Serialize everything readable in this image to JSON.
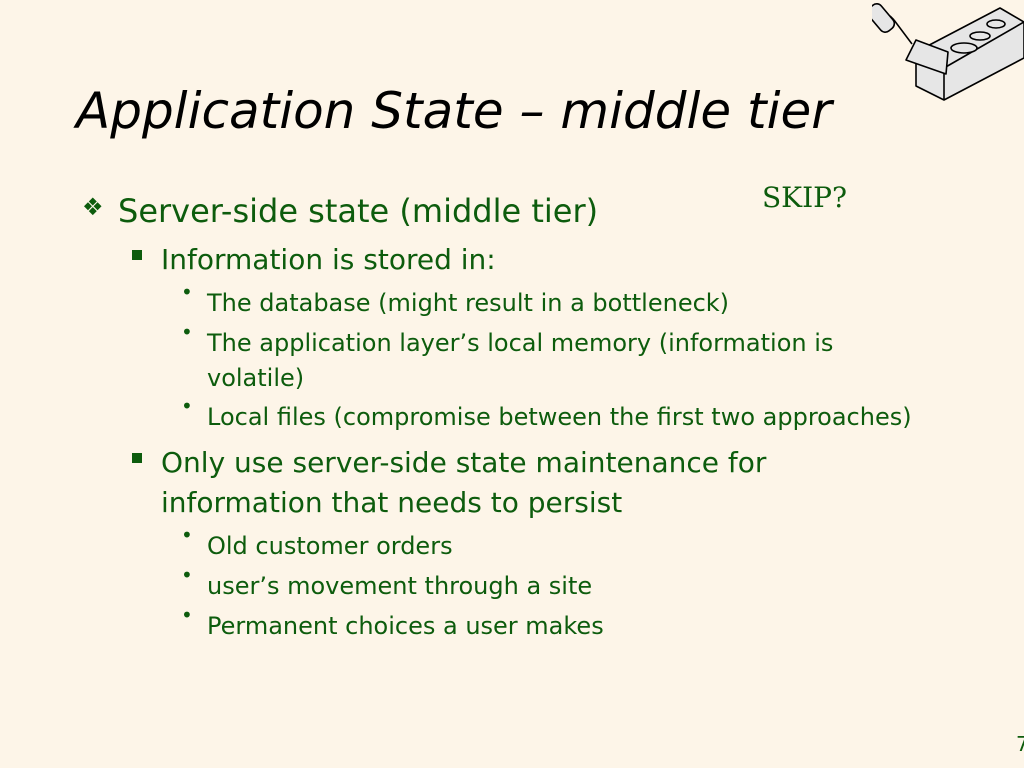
{
  "slide": {
    "title": "Application State – middle tier",
    "skip_note": "SKIP?",
    "page_number": "7",
    "logo_icon": "trowel-and-brick-icon",
    "text_color": "#0d5c0d",
    "background_color": "#fdf5e8"
  },
  "bullets": {
    "level1": {
      "symbol": "❖",
      "text": "Server-side state (middle tier)"
    },
    "group1": {
      "text": "Information is stored in:",
      "items": [
        {
          "symbol": "•",
          "text": "The database (might result in a bottleneck)"
        },
        {
          "symbol": "•",
          "text": "The application layer’s local memory (information is volatile)"
        },
        {
          "symbol": "•",
          "text": "Local files (compromise between the first two approaches)"
        }
      ]
    },
    "group2": {
      "text": "Only use server-side state maintenance for information that needs to persist",
      "items": [
        {
          "symbol": "•",
          "text": "Old customer orders"
        },
        {
          "symbol": "•",
          "text": "user’s movement through a site"
        },
        {
          "symbol": "•",
          "text": "Permanent choices a user makes"
        }
      ]
    }
  }
}
